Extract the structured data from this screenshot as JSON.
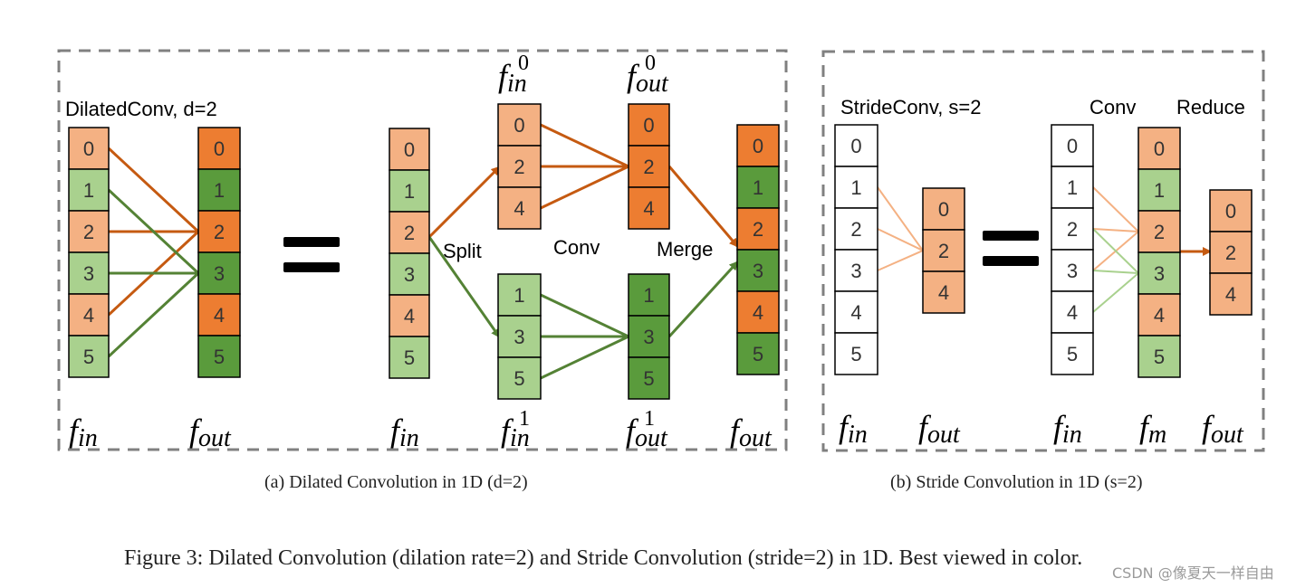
{
  "colors": {
    "light_orange": "#f4b183",
    "dark_orange": "#ed7d31",
    "light_green": "#a9d18e",
    "dark_green": "#5a9b3c",
    "orange_line": "#c55a11",
    "green_line": "#548235",
    "light_orange_line": "#f4b183",
    "light_green_line": "#a9d18e",
    "dashed_border": "#808080"
  },
  "panel_a": {
    "title": "DilatedConv, d=2",
    "split_label": "Split",
    "conv_label": "Conv",
    "merge_label": "Merge",
    "equals": "=",
    "caption": "(a) Dilated Convolution in 1D (d=2)",
    "columns": {
      "f_in": [
        "0",
        "1",
        "2",
        "3",
        "4",
        "5"
      ],
      "f_out": [
        "0",
        "1",
        "2",
        "3",
        "4",
        "5"
      ],
      "f_in_0": [
        "0",
        "2",
        "4"
      ],
      "f_out_0": [
        "0",
        "2",
        "4"
      ],
      "f_in_1": [
        "1",
        "3",
        "5"
      ],
      "f_out_1": [
        "1",
        "3",
        "5"
      ],
      "f_in_right": [
        "0",
        "1",
        "2",
        "3",
        "4",
        "5"
      ],
      "f_out_right": [
        "0",
        "1",
        "2",
        "3",
        "4",
        "5"
      ]
    },
    "labels": {
      "f_in_base": "f",
      "f_in_sub": "in",
      "f_out_base": "f",
      "f_out_sub": "out",
      "sup0": "0",
      "sup1": "1"
    }
  },
  "panel_b": {
    "title": "StrideConv, s=2",
    "conv_label": "Conv",
    "reduce_label": "Reduce",
    "equals": "=",
    "caption": "(b) Stride Convolution in 1D (s=2)",
    "columns": {
      "f_in": [
        "0",
        "1",
        "2",
        "3",
        "4",
        "5"
      ],
      "f_out": [
        "0",
        "2",
        "4"
      ],
      "f_in_right": [
        "0",
        "1",
        "2",
        "3",
        "4",
        "5"
      ],
      "f_m": [
        "0",
        "1",
        "2",
        "3",
        "4",
        "5"
      ],
      "f_out_right": [
        "0",
        "2",
        "4"
      ]
    },
    "labels": {
      "f_base": "f",
      "in_sub": "in",
      "out_sub": "out",
      "m_sub": "m"
    }
  },
  "caption": "Figure 3: Dilated Convolution (dilation rate=2) and Stride Convolution (stride=2) in 1D. Best viewed in color.",
  "watermark": "CSDN @像夏天一样自由"
}
